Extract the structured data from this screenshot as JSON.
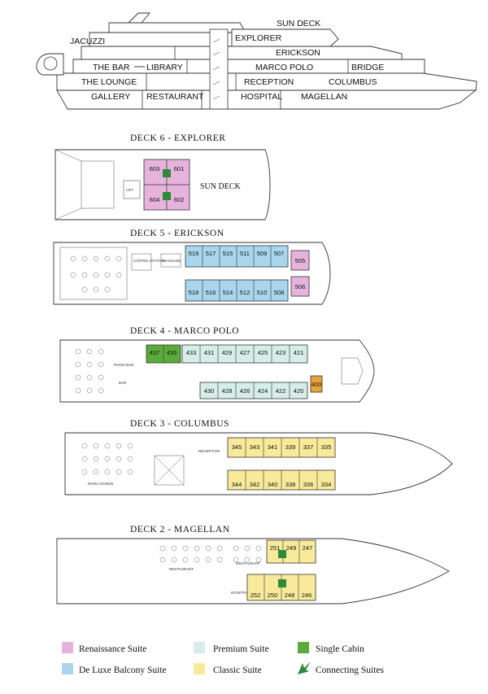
{
  "profile": {
    "labels": [
      {
        "id": "sun-deck",
        "text": "SUN DECK"
      },
      {
        "id": "jacuzzi",
        "text": "JACUZZI"
      },
      {
        "id": "explorer",
        "text": "EXPLORER"
      },
      {
        "id": "erickson",
        "text": "ERICKSON"
      },
      {
        "id": "the-bar",
        "text": "THE BAR"
      },
      {
        "id": "library",
        "text": "LIBRARY"
      },
      {
        "id": "marco-polo",
        "text": "MARCO POLO"
      },
      {
        "id": "bridge",
        "text": "BRIDGE"
      },
      {
        "id": "the-lounge",
        "text": "THE LOUNGE"
      },
      {
        "id": "reception",
        "text": "RECEPTION"
      },
      {
        "id": "columbus",
        "text": "COLUMBUS"
      },
      {
        "id": "gallery",
        "text": "GALLERY"
      },
      {
        "id": "restaurant",
        "text": "RESTAURANT"
      },
      {
        "id": "hospital",
        "text": "HOSPITAL"
      },
      {
        "id": "magellan",
        "text": "MAGELLAN"
      }
    ]
  },
  "decks": {
    "deck6": {
      "title": "DECK  6 - EXPLORER",
      "cabins": [
        "603",
        "601",
        "604",
        "602"
      ],
      "sun_deck_label": "SUN DECK",
      "lift": "LIFT"
    },
    "deck5": {
      "title": "DECK  5 - ERICKSON",
      "top": [
        "519",
        "517",
        "515",
        "511",
        "509",
        "507"
      ],
      "bottom": [
        "518",
        "516",
        "514",
        "512",
        "510",
        "508"
      ],
      "reno_top": "505",
      "reno_bottom": "506",
      "coffee": "COFFEE STATION",
      "massage": "MASSAGE"
    },
    "deck4": {
      "title": "DECK 4 - MARCO POLO",
      "single": [
        "437",
        "435"
      ],
      "top": [
        "433",
        "431",
        "429",
        "427",
        "425",
        "423",
        "421"
      ],
      "bottom": [
        "430",
        "428",
        "426",
        "424",
        "422",
        "420"
      ],
      "classic": "400",
      "piano": "PIANO BAR",
      "bar": "BAR"
    },
    "deck3": {
      "title": "DECK 3 - COLUMBUS",
      "top": [
        "345",
        "343",
        "341",
        "339",
        "337",
        "335"
      ],
      "bottom": [
        "344",
        "342",
        "340",
        "338",
        "336",
        "334"
      ],
      "lounge": "MAIN LOUNGE",
      "reception": "RECEPTION"
    },
    "deck2": {
      "title": "DECK 2 - MAGELLAN",
      "top": [
        "251",
        "249",
        "247"
      ],
      "bottom": [
        "252",
        "250",
        "248",
        "246"
      ],
      "restaurant1": "RESTAURANT",
      "restaurant2": "RESTAURANT",
      "hospital": "HOSPITAL"
    }
  },
  "legend": {
    "items": [
      {
        "id": "renaissance",
        "label": "Renaissance Suite",
        "color": "#e6b3dc"
      },
      {
        "id": "premium",
        "label": "Premium Suite",
        "color": "#d6eee8"
      },
      {
        "id": "single",
        "label": "Single Cabin",
        "color": "#5aac3a"
      },
      {
        "id": "deluxe",
        "label": "De Luxe Balcony Suite",
        "color": "#a9d6ec"
      },
      {
        "id": "classic",
        "label": "Classic Suite",
        "color": "#f8ea9a"
      },
      {
        "id": "connecting",
        "label": "Connecting Suites",
        "color": "#2c8a3a"
      }
    ]
  },
  "colors": {
    "renaissance": "#e6b3dc",
    "deluxe": "#a9d6ec",
    "premium": "#d6eee8",
    "classic": "#f8ea9a",
    "single": "#5aac3a",
    "connecting": "#2c8a3a",
    "orange": "#e9a23b"
  }
}
